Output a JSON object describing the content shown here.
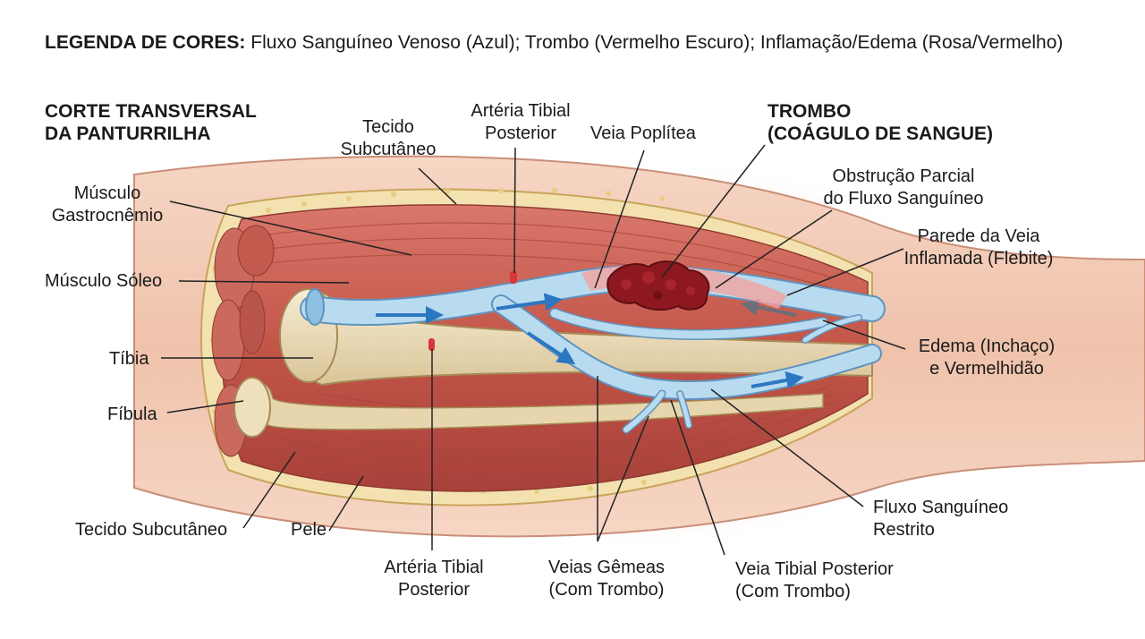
{
  "legend": {
    "prefix": "LEGENDA DE CORES:",
    "text": "Fluxo Sanguíneo Venoso (Azul); Trombo (Vermelho Escuro); Inflamação/Edema (Rosa/Vermelho)"
  },
  "titles": {
    "section": "CORTE TRANSVERSAL\nDA PANTURRILHA",
    "thrombus": "TROMBO\n(COÁGULO DE SANGUE)"
  },
  "labels": {
    "tecido_subcutaneo_top": "Tecido\nSubcutâneo",
    "arteria_tibial_top": "Artéria Tibial\nPosterior",
    "veia_poplitea": "Veia Poplítea",
    "obstrucao": "Obstrução Parcial\ndo Fluxo Sanguíneo",
    "parede_veia": "Parede da Veia\nInflamada (Flebite)",
    "musculo_gastrocnemio": "Músculo\nGastrocnêmio",
    "musculo_soleo": "Músculo Sóleo",
    "tibia": "Tíbia",
    "fibula": "Fíbula",
    "edema": "Edema (Inchaço)\ne Vermelhidão",
    "tecido_subcutaneo_bottom": "Tecido Subcutâneo",
    "pele": "Pele",
    "arteria_tibial_bottom": "Artéria Tibial\nPosterior",
    "veias_gemeas": "Veias Gêmeas\n(Com Trombo)",
    "veia_tibial_posterior": "Veia Tibial Posterior\n(Com Trombo)",
    "fluxo_restrito": "Fluxo Sanguíneo\nRestrito"
  },
  "colors": {
    "skin": "#f2c9b4",
    "skin_edge": "#c98f78",
    "fat": "#f3e2b0",
    "muscle": "#c65a4e",
    "muscle_dark": "#9e3a34",
    "bone": "#efe0bd",
    "vein": "#b9dbf0",
    "vein_edge": "#5f93bf",
    "flow_arrow": "#2b77c2",
    "thrombus": "#8e1820",
    "inflammation": "#f28c8c",
    "artery": "#d9363a",
    "leader": "#222222"
  }
}
